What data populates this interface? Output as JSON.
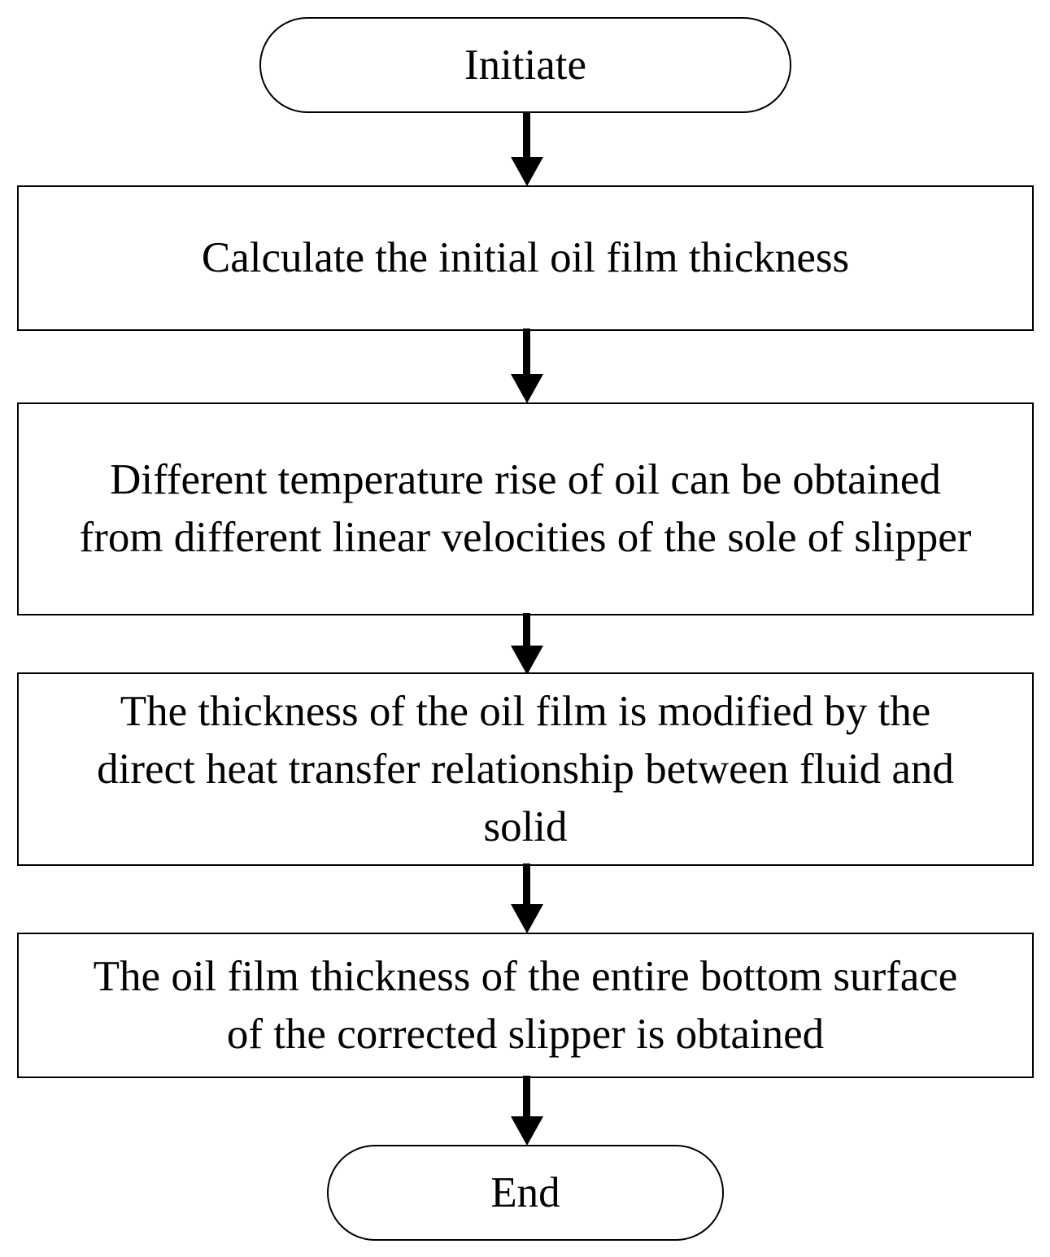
{
  "flowchart": {
    "start": {
      "label": "Initiate"
    },
    "steps": [
      {
        "lines": [
          "Calculate the initial oil film thickness"
        ]
      },
      {
        "lines": [
          "Different temperature rise of oil can be obtained",
          "from different linear velocities of the sole of slipper"
        ]
      },
      {
        "lines": [
          "The thickness of the oil film is modified by the",
          "direct heat transfer relationship between fluid and",
          "solid"
        ]
      },
      {
        "lines": [
          "The oil film thickness of the entire bottom surface",
          "of the corrected slipper is obtained"
        ]
      }
    ],
    "end": {
      "label": "End"
    }
  }
}
